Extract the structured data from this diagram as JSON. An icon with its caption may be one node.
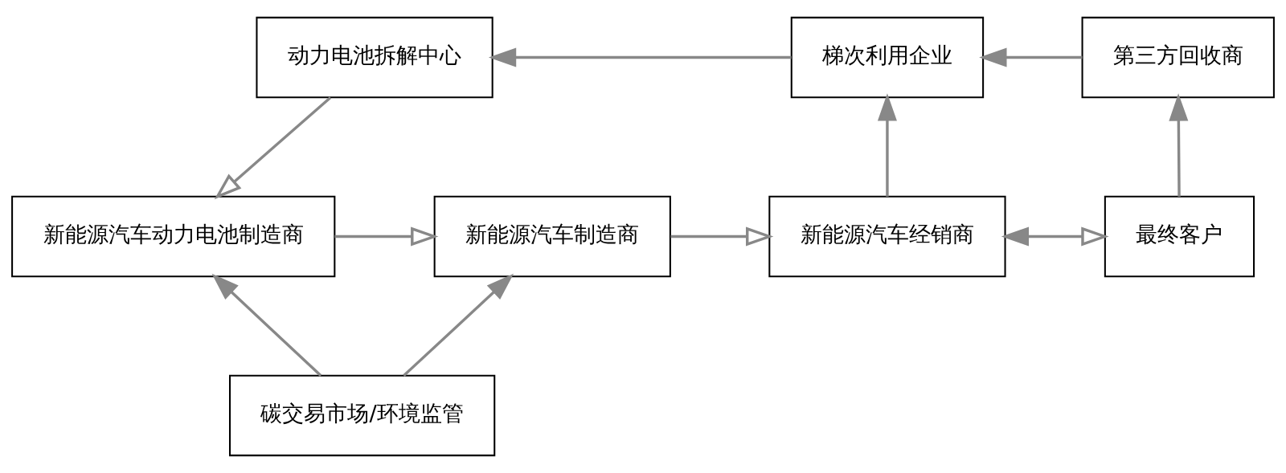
{
  "diagram": {
    "nodes": [
      {
        "text": [
          "动力电池拆解中心"
        ]
      },
      {
        "text": [
          "梯次利用企业"
        ]
      },
      {
        "text": [
          "第三方回收商"
        ]
      },
      {
        "text": [
          "新能源汽车动力电池制造商"
        ]
      },
      {
        "text": [
          "新能源汽车制造商"
        ]
      },
      {
        "text": [
          "新能源汽车经销商"
        ]
      },
      {
        "text": [
          "最终客户"
        ]
      },
      {
        "text": [
          "碳交易市场/环境监管"
        ]
      }
    ],
    "edges": [
      {
        "from": 2,
        "to": 1,
        "arrow": "to"
      },
      {
        "from": 1,
        "to": 0,
        "arrow": "to"
      },
      {
        "from": 0,
        "to": 3,
        "arrow": "to"
      },
      {
        "from": 3,
        "to": 4,
        "arrow": "to"
      },
      {
        "from": 4,
        "to": 5,
        "arrow": "to"
      },
      {
        "from": 5,
        "to": 6,
        "arrow": "both"
      },
      {
        "from": 5,
        "to": 1,
        "arrow": "to"
      },
      {
        "from": 6,
        "to": 2,
        "arrow": "to"
      },
      {
        "from": 7,
        "to": 3,
        "arrow": "to"
      },
      {
        "from": 7,
        "to": 4,
        "arrow": "to"
      }
    ]
  }
}
